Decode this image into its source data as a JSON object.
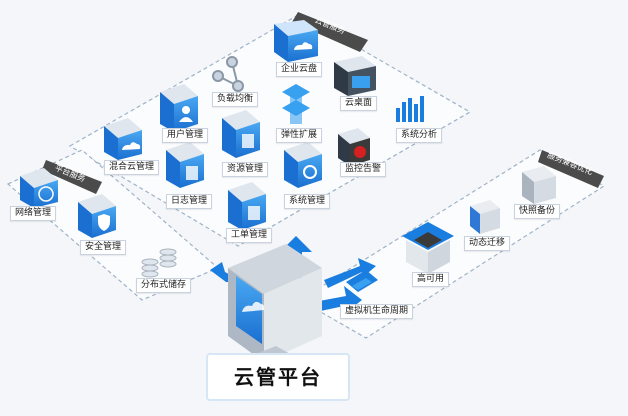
{
  "title": "云管平台",
  "sections": {
    "cloud_services": "云管服务",
    "platform_services": "平台服务",
    "service_compat": "服务兼容优化"
  },
  "nodes": {
    "enterprise_disk": "企业云盘",
    "load_balance": "负载均衡",
    "cloud_desktop": "云桌面",
    "user_mgmt": "用户管理",
    "elastic_scale": "弹性扩展",
    "sys_analysis": "系统分析",
    "hybrid_cloud": "混合云管理",
    "resource_mgmt": "资源管理",
    "monitor_alarm": "监控告警",
    "log_mgmt": "日志管理",
    "system_mgmt": "系统管理",
    "ticket_mgmt": "工单管理",
    "network_mgmt": "网络管理",
    "security_mgmt": "安全管理",
    "dist_storage": "分布式储存",
    "snapshot_backup": "快照备份",
    "live_migration": "动态迁移",
    "high_avail": "高可用",
    "vm_lifecycle": "虚拟机生命周期"
  },
  "colors": {
    "blue": "#1a7de0",
    "light_blue": "#39a0f0",
    "dark": "#3a3a3a",
    "red": "#d42020"
  }
}
